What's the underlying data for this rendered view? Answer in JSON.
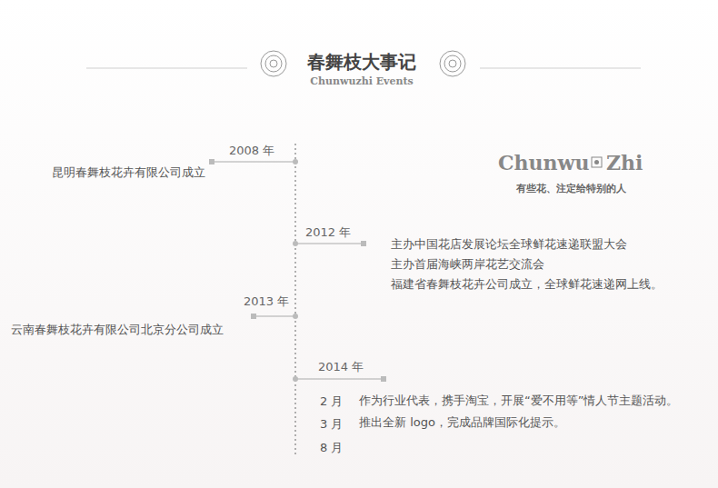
{
  "diagram": {
    "title": "春舞枝大事记",
    "labels": [
      "Chunwuzhi Events",
      "2008 年",
      "昆明春舞枝花卉有限公司成立",
      "Chunwu",
      "Zhi",
      "有些花、注定给特别的人",
      "2012 年",
      "主办中国花店发展论坛全球鲜花速递联盟大会",
      "主办首届海峡两岸花艺交流会",
      "福建省春舞枝花卉公司成立，全球鲜花速递网上线。",
      "2013 年",
      "云南春舞枝花卉有限公司北京分公司成立",
      "2014 年",
      "2 月",
      "作为行业代表，携手淘宝，开展“爱不用等”情人节主题活动。",
      "3 月",
      "推出全新 logo，完成品牌国际化提示。",
      "8 月"
    ]
  }
}
